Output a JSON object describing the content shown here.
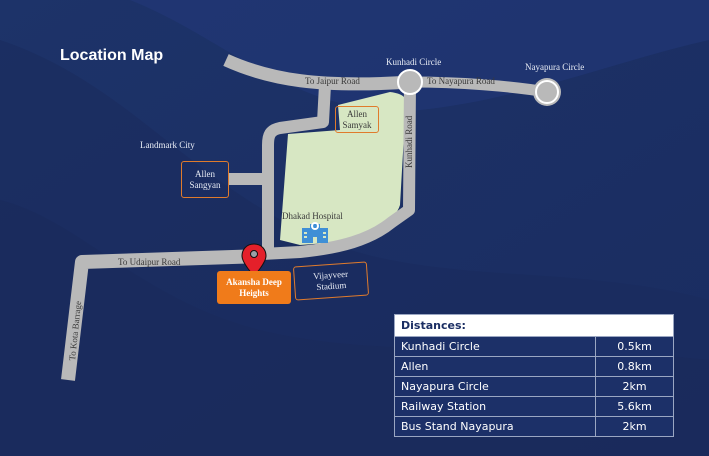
{
  "title": "Location Map",
  "project": {
    "name": "Akansha Deep Heights",
    "line1": "Akansha Deep",
    "line2": "Heights",
    "color": "#f07b1a"
  },
  "colors": {
    "background": "#1b2e63",
    "road": "#b9b9b9",
    "park": "#d7e7c3",
    "landmark_border": "#e07b2c",
    "pin": "#e4202a"
  },
  "roads": {
    "jaipur": "To Jaipur Road",
    "nayapura": "To Nayapura Road",
    "kunhadi": "Kunhadi Road",
    "udaipur": "To Udaipur Road",
    "kota": "To Kota Barrage"
  },
  "places": {
    "kunhadi_circle": "Kunhadi Circle",
    "nayapura_circle": "Nayapura Circle",
    "landmark_city": "Landmark City",
    "dhakad_hospital": "Dhakad Hospital"
  },
  "landmarks": {
    "allen_samyak": {
      "line1": "Allen",
      "line2": "Samyak"
    },
    "allen_sangyan": {
      "line1": "Allen",
      "line2": "Sangyan"
    },
    "vijayveer": {
      "line1": "Vijayveer",
      "line2": "Stadium"
    }
  },
  "distances": {
    "header": "Distances:",
    "rows": [
      {
        "place": "Kunhadi Circle",
        "distance": "0.5km"
      },
      {
        "place": "Allen",
        "distance": "0.8km"
      },
      {
        "place": "Nayapura Circle",
        "distance": "2km"
      },
      {
        "place": "Railway Station",
        "distance": "5.6km"
      },
      {
        "place": "Bus Stand Nayapura",
        "distance": "2km"
      }
    ]
  }
}
